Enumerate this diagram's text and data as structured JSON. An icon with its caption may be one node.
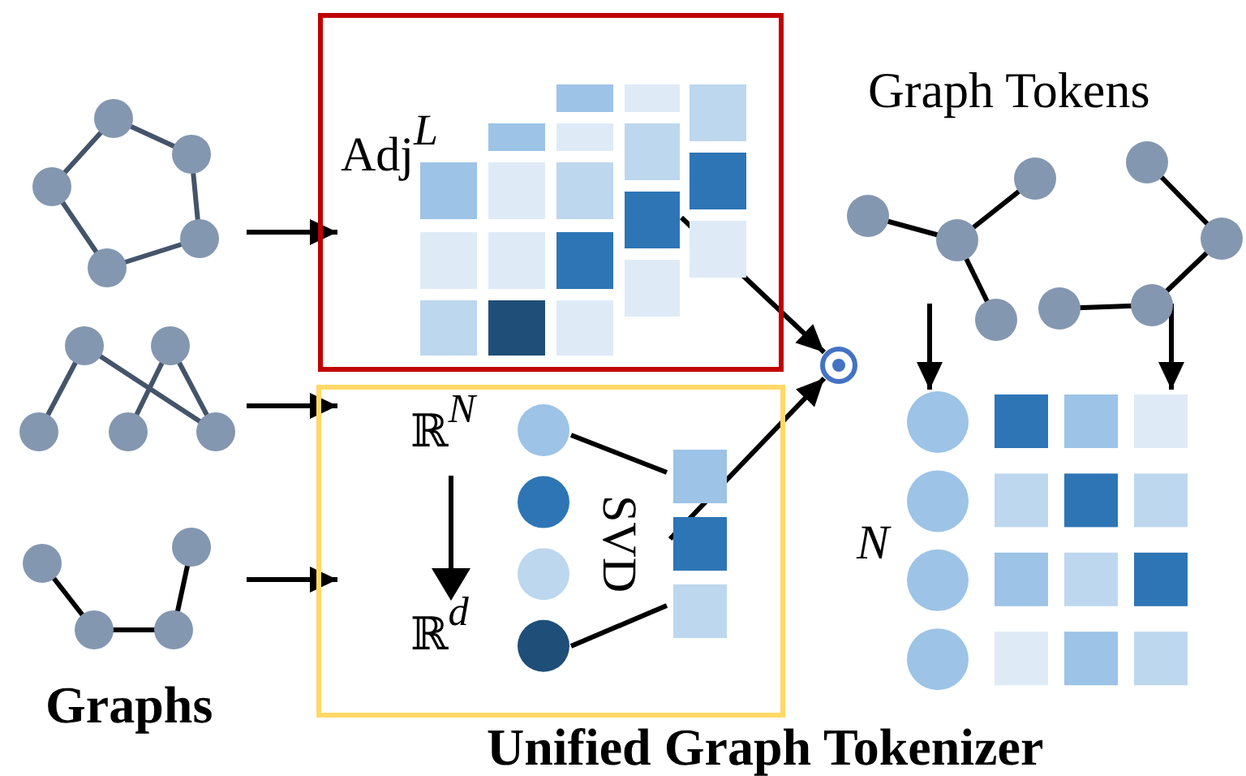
{
  "diagram": {
    "nodes": [
      {
        "text": [],
        "shape": "picture"
      },
      {
        "text": [],
        "shape": "picture"
      },
      {
        "text": [],
        "shape": "picture"
      },
      {
        "text": [
          "Adj$^{L}$"
        ]
      },
      {
        "text": [],
        "shape": "picture",
        "in": 3
      },
      {
        "text": [
          "ℝ$^{N}$",
          "ℝ$^{d}$",
          "SVD"
        ]
      },
      {
        "text": [],
        "shape": "picture",
        "in": 5
      },
      {
        "text": [],
        "shape": "circle"
      },
      {
        "text": [],
        "shape": "picture"
      },
      {
        "text": [],
        "shape": "picture"
      },
      {
        "text": [],
        "shape": "picture",
        "beside": [
          "N"
        ]
      }
    ],
    "edges": [
      {
        "from": 0,
        "to": 3,
        "arrow": "to"
      },
      {
        "from": 1,
        "to": 5,
        "arrow": "to"
      },
      {
        "from": 2,
        "to": 5,
        "arrow": "to"
      },
      {
        "from": 4,
        "to": 7,
        "arrow": "to"
      },
      {
        "from": 6,
        "to": 7,
        "arrow": "to"
      },
      {
        "from": 8,
        "to": 10,
        "arrow": "to"
      },
      {
        "from": 9,
        "to": 10,
        "arrow": "to"
      }
    ],
    "labels": [
      "Graph Tokens",
      "Graphs",
      "Unified Graph Tokenizer"
    ]
  }
}
